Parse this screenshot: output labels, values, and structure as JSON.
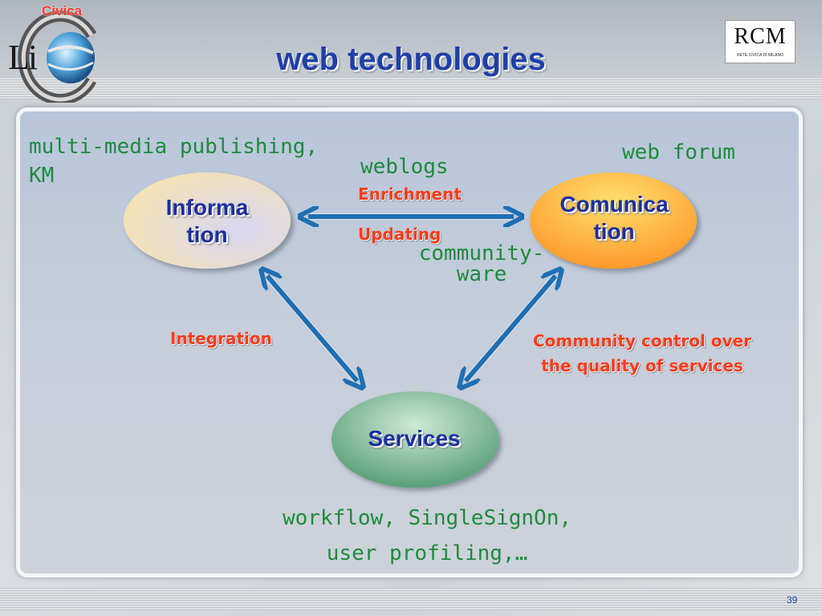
{
  "header": {
    "title": "web technologies",
    "logo_left": {
      "top_text": "Civica",
      "main_text": "Li"
    },
    "logo_right": {
      "text": "RCM",
      "subtext": "RETE CIVICA       DI MILANO"
    }
  },
  "diagram": {
    "nodes": {
      "information": {
        "label_line1": "Informa",
        "label_line2": "tion"
      },
      "comunication": {
        "label_line1": "Comunica",
        "label_line2": "tion"
      },
      "services": {
        "label": "Services"
      }
    },
    "edge_labels": {
      "enrichment": "Enrichment",
      "updating": "Updating",
      "integration": "Integration",
      "community_control_line1": "Community control over",
      "community_control_line2": "the quality of services"
    },
    "annotations": {
      "multimedia_line1": "multi-media publishing,",
      "multimedia_line2": "KM",
      "weblogs": "weblogs",
      "web_forum": "web forum",
      "communityware_line1": "community-",
      "communityware_line2": "ware",
      "workflow_line1": "workflow, SingleSignOn,",
      "workflow_line2": "user profiling,…"
    },
    "colors": {
      "arrow": "#1f6fb2",
      "information_fill": "#f2dfb8",
      "comunication_fill": "#ffab2e",
      "services_fill": "#6fb08b"
    }
  },
  "footer": {
    "slide_number": "39"
  }
}
